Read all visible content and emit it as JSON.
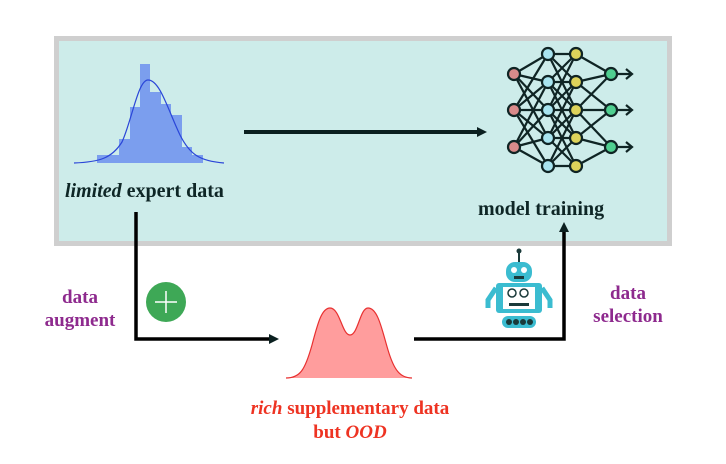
{
  "figure": {
    "top_box": {
      "expert_label": {
        "italic": "limited",
        "rest": " expert data"
      },
      "model_label": "model training"
    },
    "left_side": {
      "line1": "data",
      "line2": "augment"
    },
    "right_side": {
      "line1": "data",
      "line2": "selection"
    },
    "bottom": {
      "line1_italic": "rich",
      "line1_rest": " supplementary data",
      "line2_prefix": "but ",
      "line2_italic": "OOD"
    },
    "icons": [
      "histogram-unimodal-icon",
      "neural-network-icon",
      "plus-circle-icon",
      "histogram-bimodal-icon",
      "robot-icon"
    ],
    "colors": {
      "panel_bg": "#cdecea",
      "expert_hist": "#7b9eee",
      "expert_curve": "#2a46d8",
      "ood_hist": "#ff9d9d",
      "ood_curve": "#e83030",
      "purple_text": "#8e2a8e",
      "red_text": "#ee3322",
      "plus_green": "#3ea856",
      "robot": "#3bbcd0"
    }
  }
}
